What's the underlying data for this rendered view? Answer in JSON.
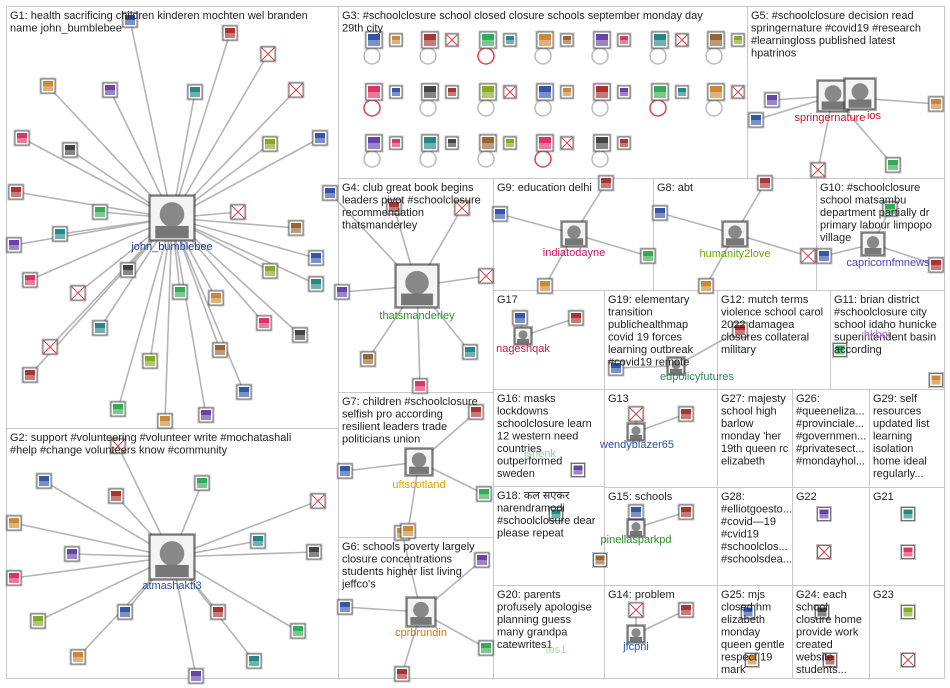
{
  "title": "",
  "groups": [
    {
      "id": "G1",
      "title_lines": [
        "G1: health sacrificing children kinderen mochten wel branden",
        "name john_bumblebee"
      ]
    },
    {
      "id": "G2",
      "title_lines": [
        "G2: support #volunteering #volunteer write #mochatashali",
        "#help #change volunteers know #community"
      ]
    },
    {
      "id": "G3",
      "title_lines": [
        "G3: #schoolclosure school closed closure schools september monday day",
        "29th city"
      ]
    },
    {
      "id": "G4",
      "title_lines": [
        "G4: club great book begins",
        "leaders pivot #schoolclosure",
        "recommendation",
        "thatsmanderley"
      ]
    },
    {
      "id": "G5",
      "title_lines": [
        "G5: #schoolclosure decision read",
        "springernature #covid19 #research",
        "#learningloss published latest",
        "hpatrinos"
      ]
    },
    {
      "id": "G6",
      "title_lines": [
        "G6: schools poverty largely",
        "closure concentrations",
        "students higher list living",
        "jeffco's"
      ]
    },
    {
      "id": "G7",
      "title_lines": [
        "G7: children #schoolclosure",
        "selfish pro according",
        "resilient leaders trade",
        "politicians union"
      ]
    },
    {
      "id": "G8",
      "title_lines": [
        "G8: abt"
      ]
    },
    {
      "id": "G9",
      "title_lines": [
        "G9: education delhi"
      ]
    },
    {
      "id": "G10",
      "title_lines": [
        "G10: #schoolclosure",
        "school matsambu",
        "department partially dr",
        "primary labour limpopo",
        "village"
      ]
    },
    {
      "id": "G11",
      "title_lines": [
        "G11: brian district",
        "#schoolclosure city",
        "school idaho hunicke",
        "superintendent basin",
        "according"
      ]
    },
    {
      "id": "G12",
      "title_lines": [
        "G12: mutch terms",
        "violence school carol",
        "2022 damagea",
        "closures collateral",
        "military"
      ]
    },
    {
      "id": "G13",
      "title_lines": [
        "G13"
      ]
    },
    {
      "id": "G14",
      "title_lines": [
        "G14: problem"
      ]
    },
    {
      "id": "G15",
      "title_lines": [
        "G15: schools"
      ]
    },
    {
      "id": "G16",
      "title_lines": [
        "G16: masks",
        "lockdowns",
        "schoolclosure learn",
        "12 western need",
        "countries",
        "outperformed",
        "sweden"
      ]
    },
    {
      "id": "G17",
      "title_lines": [
        "G17"
      ]
    },
    {
      "id": "G18",
      "title_lines": [
        "G18: कल सएकर",
        "narendramodi",
        "#schoolclosure dear",
        "please repeat"
      ]
    },
    {
      "id": "G19",
      "title_lines": [
        "G19: elementary",
        "transition",
        "publichealthmap",
        "covid 19 forces",
        "learning outbreak",
        "#covid19 remote"
      ]
    },
    {
      "id": "G20",
      "title_lines": [
        "G20: parents",
        "profusely apologise",
        "planning guess",
        "many grandpa",
        "catewrites1"
      ]
    },
    {
      "id": "G21",
      "title_lines": [
        "G21"
      ]
    },
    {
      "id": "G22",
      "title_lines": [
        "G22"
      ]
    },
    {
      "id": "G23",
      "title_lines": [
        "G23"
      ]
    },
    {
      "id": "G24",
      "title_lines": [
        "G24: each",
        "school",
        "closure home",
        "provide work",
        "created",
        "website",
        "students..."
      ]
    },
    {
      "id": "G25",
      "title_lines": [
        "G25: mjs",
        "closed hm",
        "elizabeth",
        "monday",
        "queen gentle",
        "respect 19",
        "mark"
      ]
    },
    {
      "id": "G26",
      "title_lines": [
        "G26:",
        "#queeneliza...",
        "#provinciale...",
        "#governmen...",
        "#privatesect...",
        "#mondayhol..."
      ]
    },
    {
      "id": "G27",
      "title_lines": [
        "G27: majesty",
        "school high",
        "barlow",
        "monday 'her",
        "19th queen rc",
        "elizabeth"
      ]
    },
    {
      "id": "G28",
      "title_lines": [
        "G28:",
        "#elliotgoesto...",
        "#covid—19",
        "#cvid19",
        "#schoolclos...",
        "#schoolsdea..."
      ]
    },
    {
      "id": "G29",
      "title_lines": [
        "G29: self",
        "resources",
        "updated list",
        "learning",
        "isolation",
        "home ideal",
        "regularly..."
      ]
    }
  ],
  "hubs": [
    {
      "id": "john_bumblebee",
      "label": "john_bumblebee",
      "color": "#1f3f8f"
    },
    {
      "id": "atmashakti3",
      "label": "atmashakti3",
      "color": "#2a4fa0"
    },
    {
      "id": "thatsmanderley",
      "label": "thatsmanderley",
      "color": "#2f8f2f"
    },
    {
      "id": "springernature",
      "label": "springernature",
      "color": "#cc1122"
    },
    {
      "id": "hpatrinos_partial",
      "label": "ios",
      "color": "#cc1122"
    },
    {
      "id": "cprbrundin",
      "label": "cprbrundin",
      "color": "#e07000"
    },
    {
      "id": "uftscotland",
      "label": "uftscotland",
      "color": "#e0a000"
    },
    {
      "id": "indiatodayne",
      "label": "indiatodayne",
      "color": "#cc1166"
    },
    {
      "id": "humanity2love",
      "label": "humanity2love",
      "color": "#66aa00"
    },
    {
      "id": "capricornfmnews",
      "label": "capricornfmnews",
      "color": "#4444aa"
    },
    {
      "id": "nageshqak",
      "label": "nageshqak",
      "color": "#cc1144"
    },
    {
      "id": "edpolicyfutures",
      "label": "edpolicyfutures",
      "color": "#2a8a5a"
    },
    {
      "id": "wendyblazer65",
      "label": "wendyblazer65",
      "color": "#2a4fa0"
    },
    {
      "id": "pinellasparkpd",
      "label": "pinellasparkpd",
      "color": "#2a8a2a"
    },
    {
      "id": "jfcpni",
      "label": "jfcpni",
      "color": "#2a4fa0"
    },
    {
      "id": "hkboi",
      "label": "hkboi",
      "color": "#aa66cc"
    },
    {
      "id": "jshenk",
      "label": "jshenk",
      "color": "#88cc99"
    },
    {
      "id": "tes1",
      "label": "tes1",
      "color": "#aaddaa"
    }
  ]
}
